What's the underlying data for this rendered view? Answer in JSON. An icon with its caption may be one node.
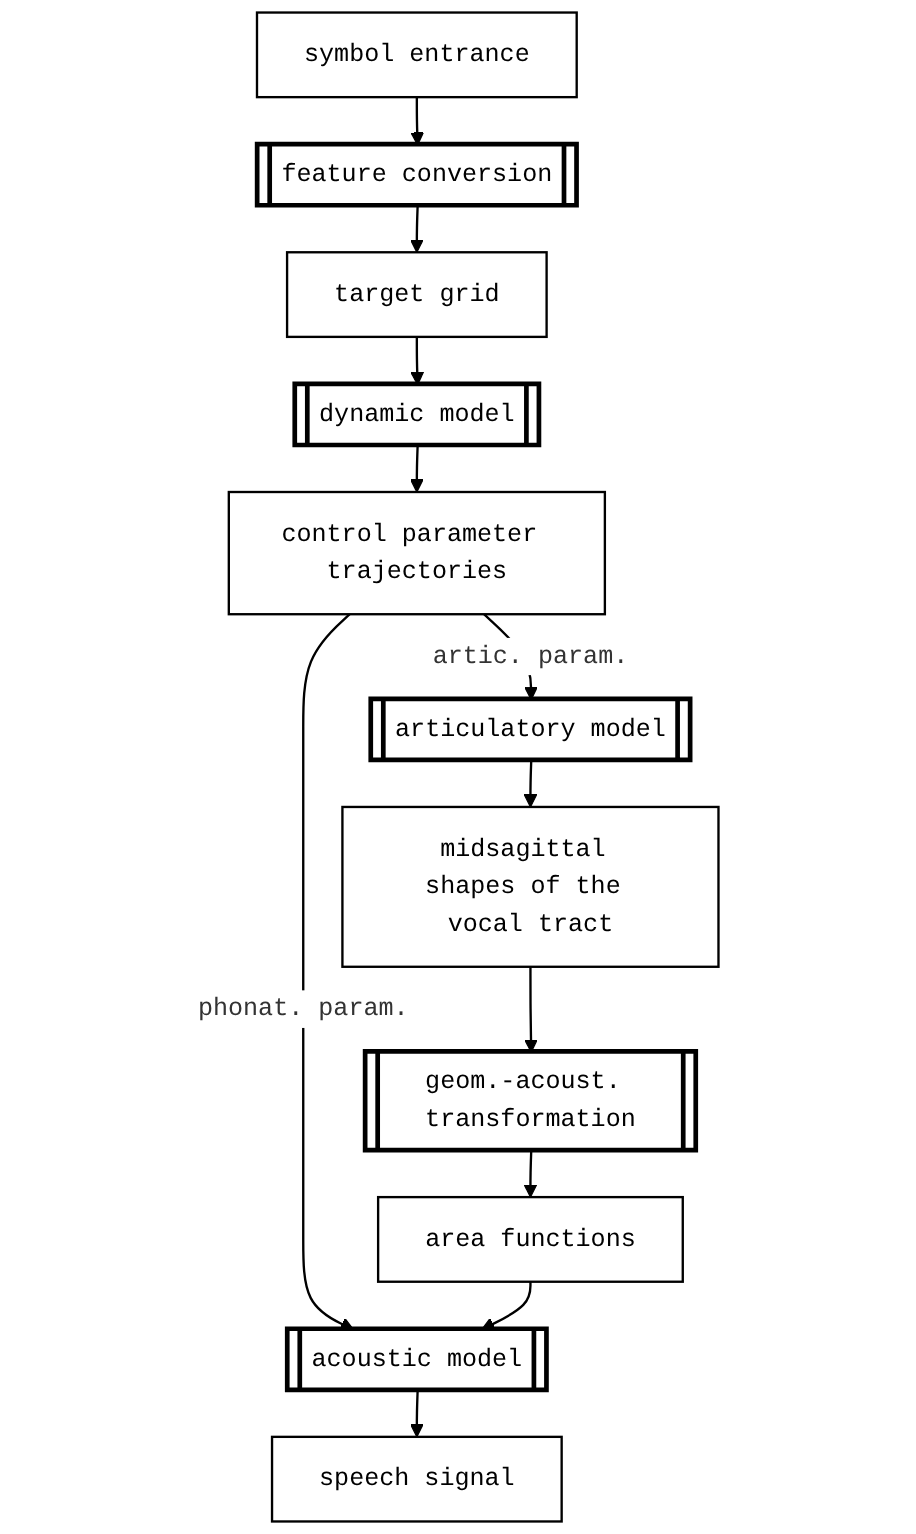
{
  "diagram": {
    "nodes": [
      {
        "text": [
          "symbol entrance"
        ]
      },
      {
        "text": [
          "feature conversion"
        ]
      },
      {
        "text": [
          "target grid"
        ]
      },
      {
        "text": [
          "dynamic model"
        ]
      },
      {
        "text": [
          "control parameter trajectories"
        ]
      },
      {
        "text": [
          "articulatory model"
        ]
      },
      {
        "text": [
          "midsagittal shapes of the vocal tract"
        ]
      },
      {
        "text": [
          "geom.-acoust. transformation"
        ]
      },
      {
        "text": [
          "area functions"
        ]
      },
      {
        "text": [
          "acoustic model"
        ]
      },
      {
        "text": [
          "speech signal"
        ]
      }
    ],
    "edges": [
      {
        "from": 0,
        "to": 1,
        "arrow": "to"
      },
      {
        "from": 1,
        "to": 2,
        "arrow": "to"
      },
      {
        "from": 2,
        "to": 3,
        "arrow": "to"
      },
      {
        "from": 3,
        "to": 4,
        "arrow": "to"
      },
      {
        "from": 4,
        "to": 9,
        "label": "phonat. param.",
        "arrow": "to"
      },
      {
        "from": 4,
        "to": 5,
        "label": "artic. param.",
        "arrow": "to"
      },
      {
        "from": 5,
        "to": 6,
        "arrow": "to"
      },
      {
        "from": 6,
        "to": 7,
        "arrow": "to"
      },
      {
        "from": 7,
        "to": 8,
        "arrow": "to"
      },
      {
        "from": 8,
        "to": 9,
        "arrow": "to"
      },
      {
        "from": 9,
        "to": 10,
        "arrow": "to"
      }
    ]
  }
}
